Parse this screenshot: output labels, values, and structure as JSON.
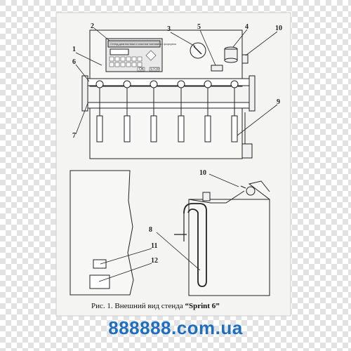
{
  "labels": {
    "n1": "1",
    "n2": "2",
    "n3": "3",
    "n4": "4",
    "n5": "5",
    "n6": "6",
    "n7": "7",
    "n8": "8",
    "n9": "9",
    "n10": "10",
    "n11": "11",
    "n12": "12",
    "n10b": "10"
  },
  "panel": {
    "header": "Стенд диагностики и очистки топливных форсунок",
    "keys": [
      "1",
      "2",
      "3",
      "4",
      "5",
      "6"
    ],
    "keys2": [
      "7",
      "8",
      "9",
      "0",
      "*",
      "#"
    ],
    "ok": "OK",
    "stop": "STOP"
  },
  "caption": {
    "prefix": "Рис. 1. Внешний вид стенда ",
    "name": "“Sprint 6”"
  },
  "watermark": "888888.com.ua",
  "colors": {
    "checker_light": "#ffffff",
    "checker_dark": "#d8d8d8",
    "brand": "#1e6fc0",
    "line": "#222222"
  }
}
